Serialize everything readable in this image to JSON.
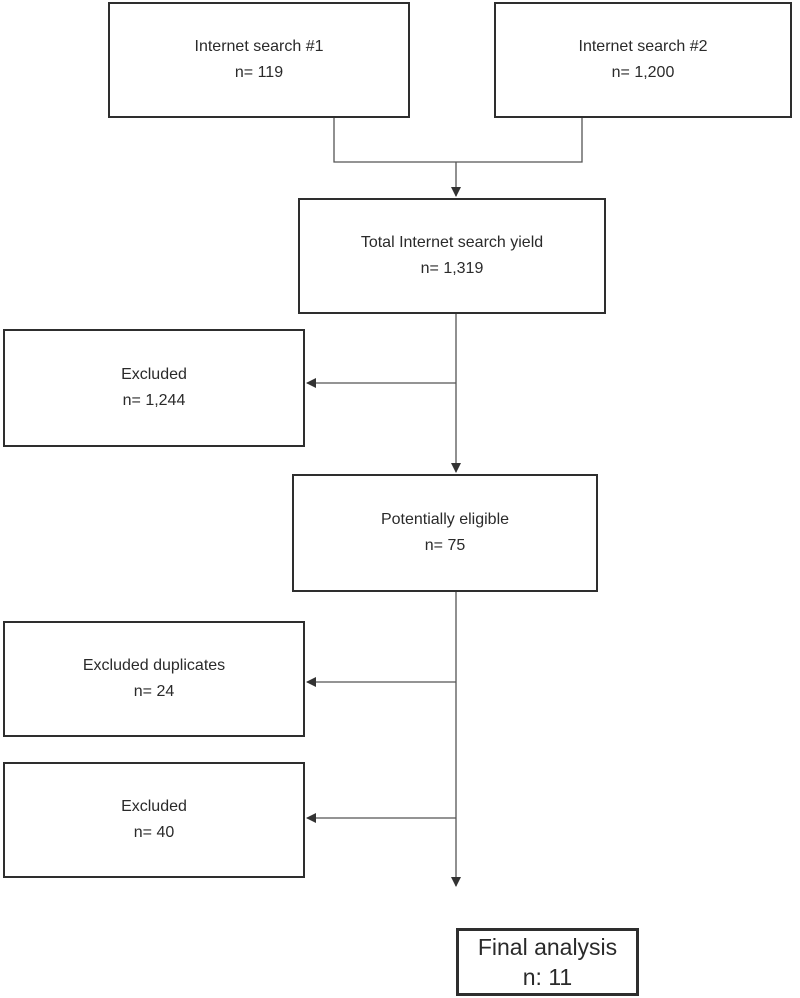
{
  "nodes": {
    "search1": {
      "label": "Internet search #1",
      "count": "n= 119"
    },
    "search2": {
      "label": "Internet search #2",
      "count": "n= 1,200"
    },
    "total": {
      "label": "Total Internet search yield",
      "count": "n= 1,319"
    },
    "excluded1": {
      "label": "Excluded",
      "count": "n= 1,244"
    },
    "eligible": {
      "label": "Potentially eligible",
      "count": "n= 75"
    },
    "duplicates": {
      "label": "Excluded duplicates",
      "count": "n= 24"
    },
    "excluded2": {
      "label": "Excluded",
      "count": "n= 40"
    },
    "final": {
      "label": "Final analysis",
      "count": "n: 11"
    }
  },
  "colors": {
    "line": "#555555",
    "border": "#2e2e2e",
    "text": "#2a2a2a"
  }
}
